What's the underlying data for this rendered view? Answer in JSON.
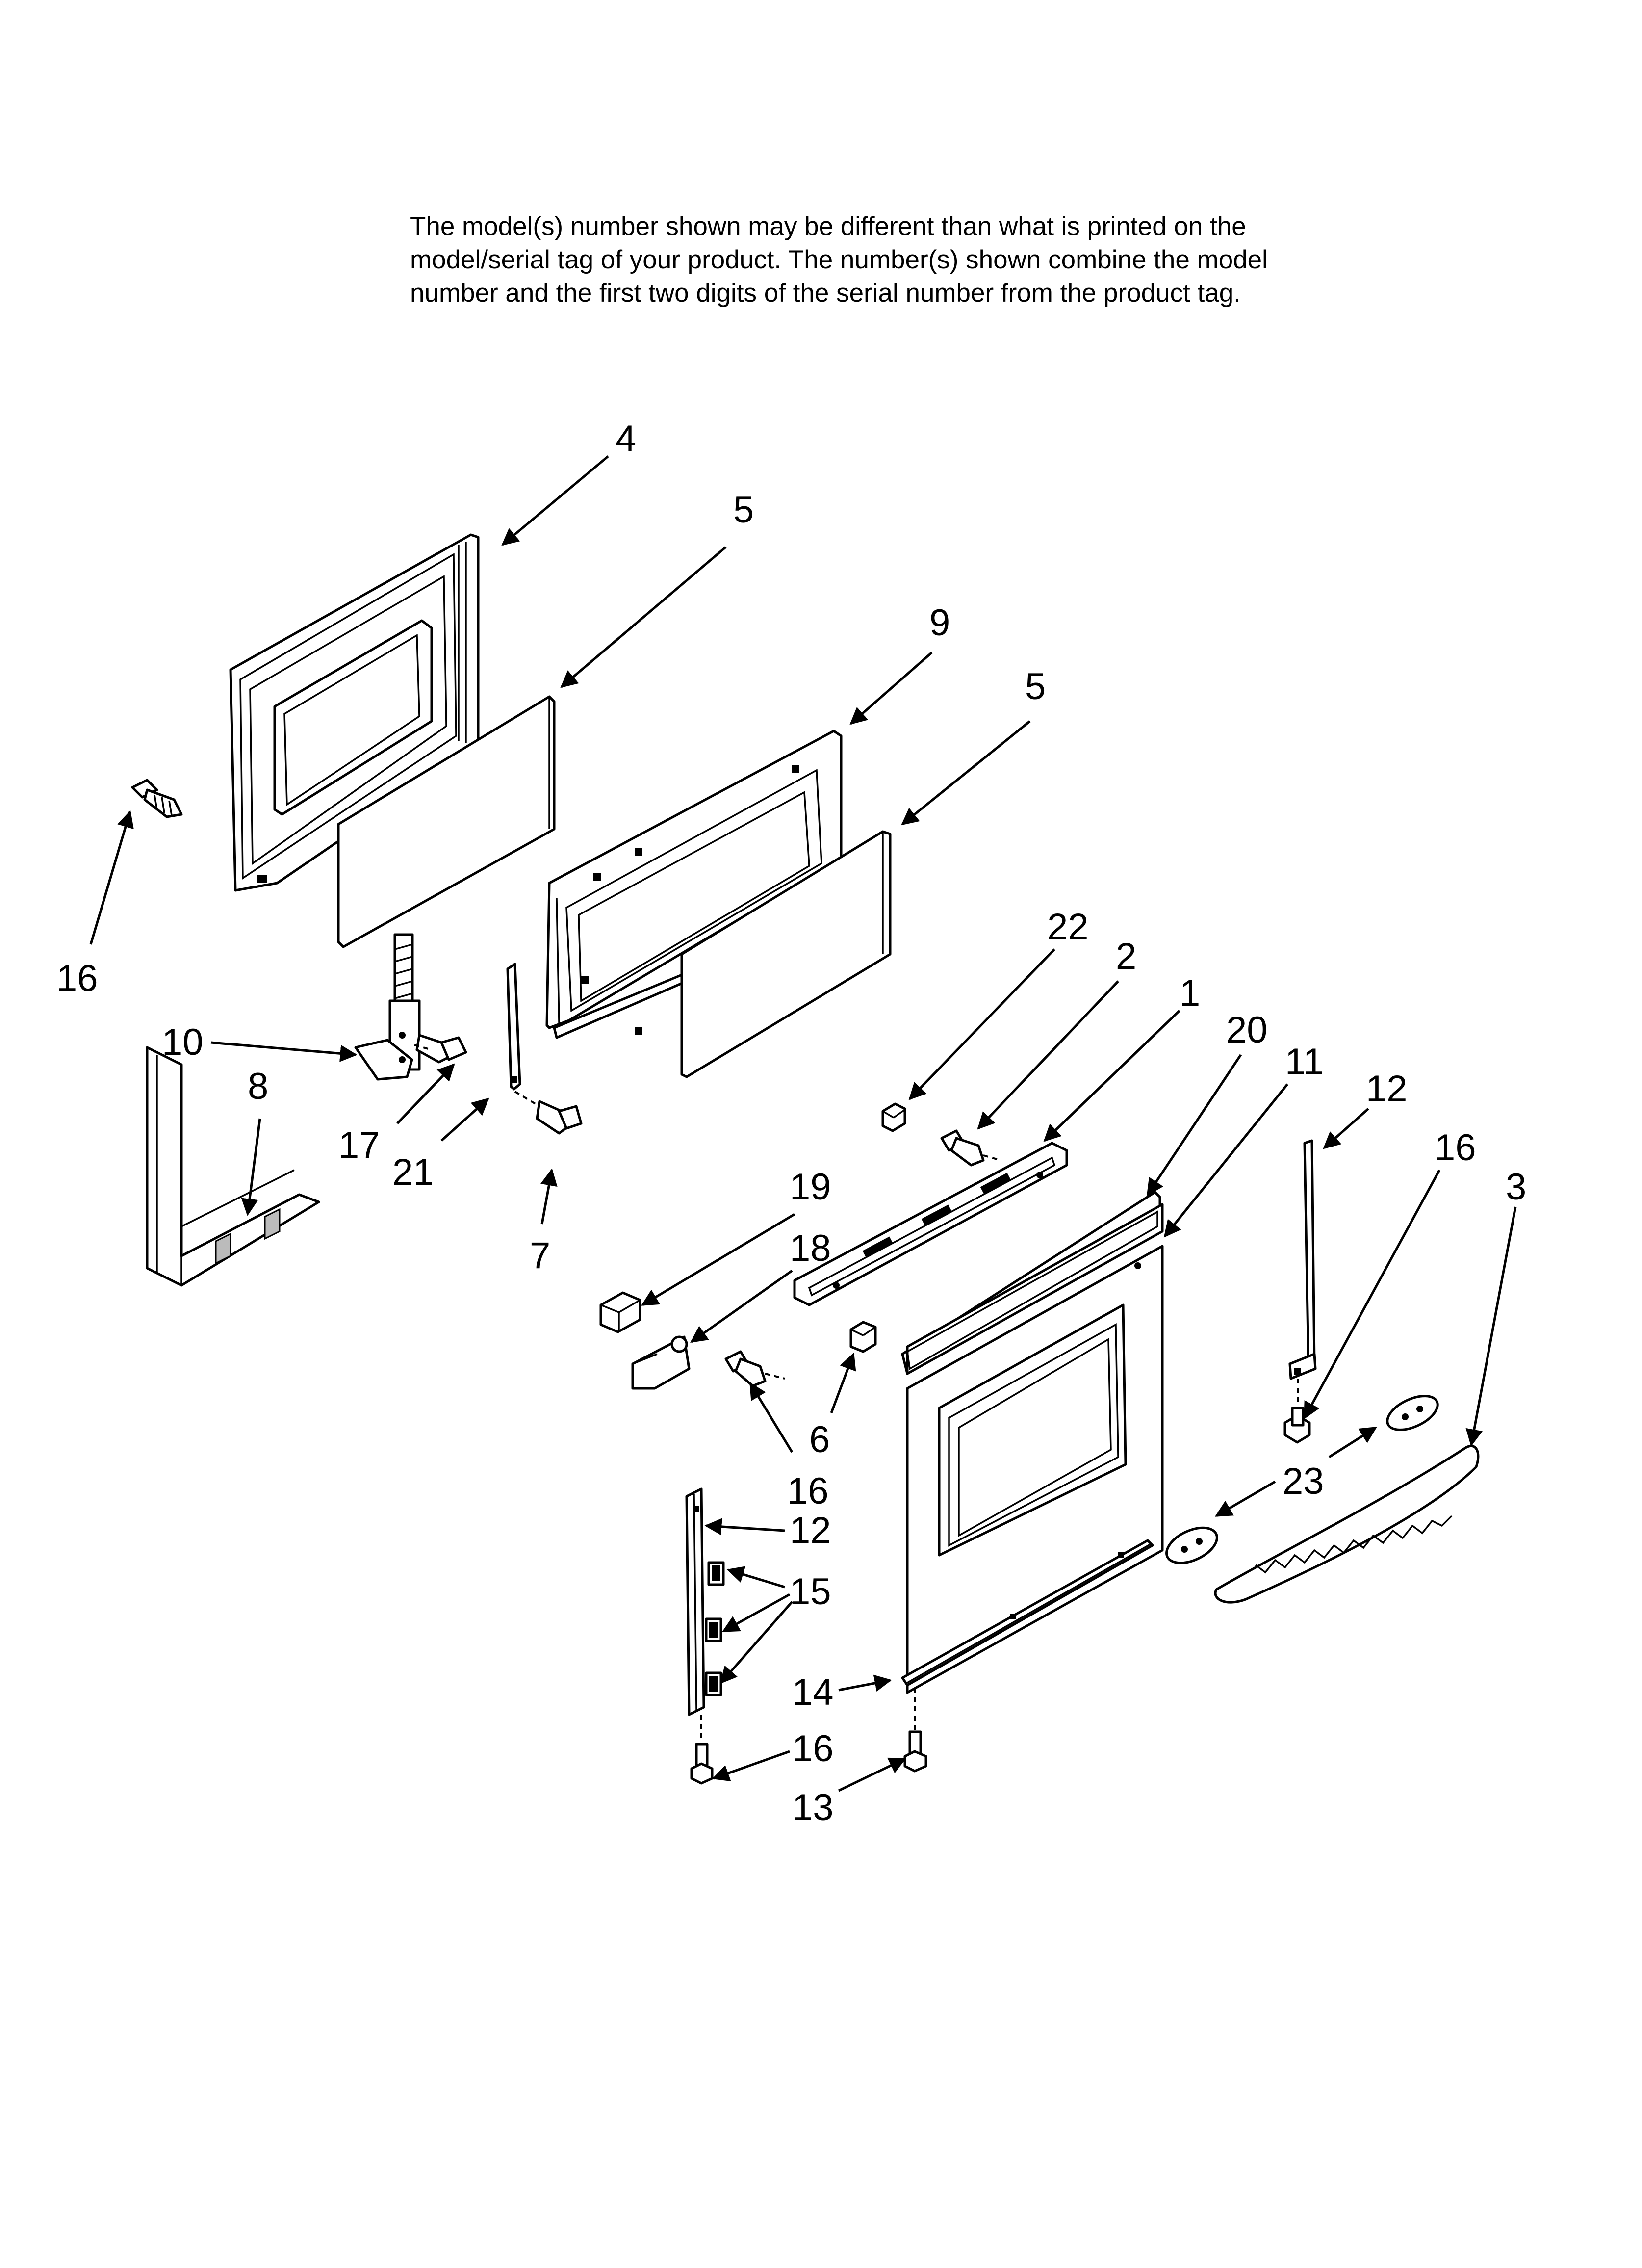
{
  "note": {
    "line1": "The model(s) number shown may be different than what is printed on the",
    "line2": "model/serial tag of your product. The number(s) shown combine the model",
    "line3": "number and the first two digits of the serial number from the product tag."
  },
  "callouts": {
    "c4": "4",
    "c5a": "5",
    "c9": "9",
    "c5b": "5",
    "c16a": "16",
    "c10": "10",
    "c8": "8",
    "c17": "17",
    "c21": "21",
    "c7": "7",
    "c22": "22",
    "c2": "2",
    "c1": "1",
    "c20": "20",
    "c11": "11",
    "c12a": "12",
    "c16b": "16",
    "c3": "3",
    "c19": "19",
    "c18": "18",
    "c6": "6",
    "c16c": "16",
    "c23": "23",
    "c12b": "12",
    "c15": "15",
    "c14": "14",
    "c16d": "16",
    "c13": "13"
  }
}
